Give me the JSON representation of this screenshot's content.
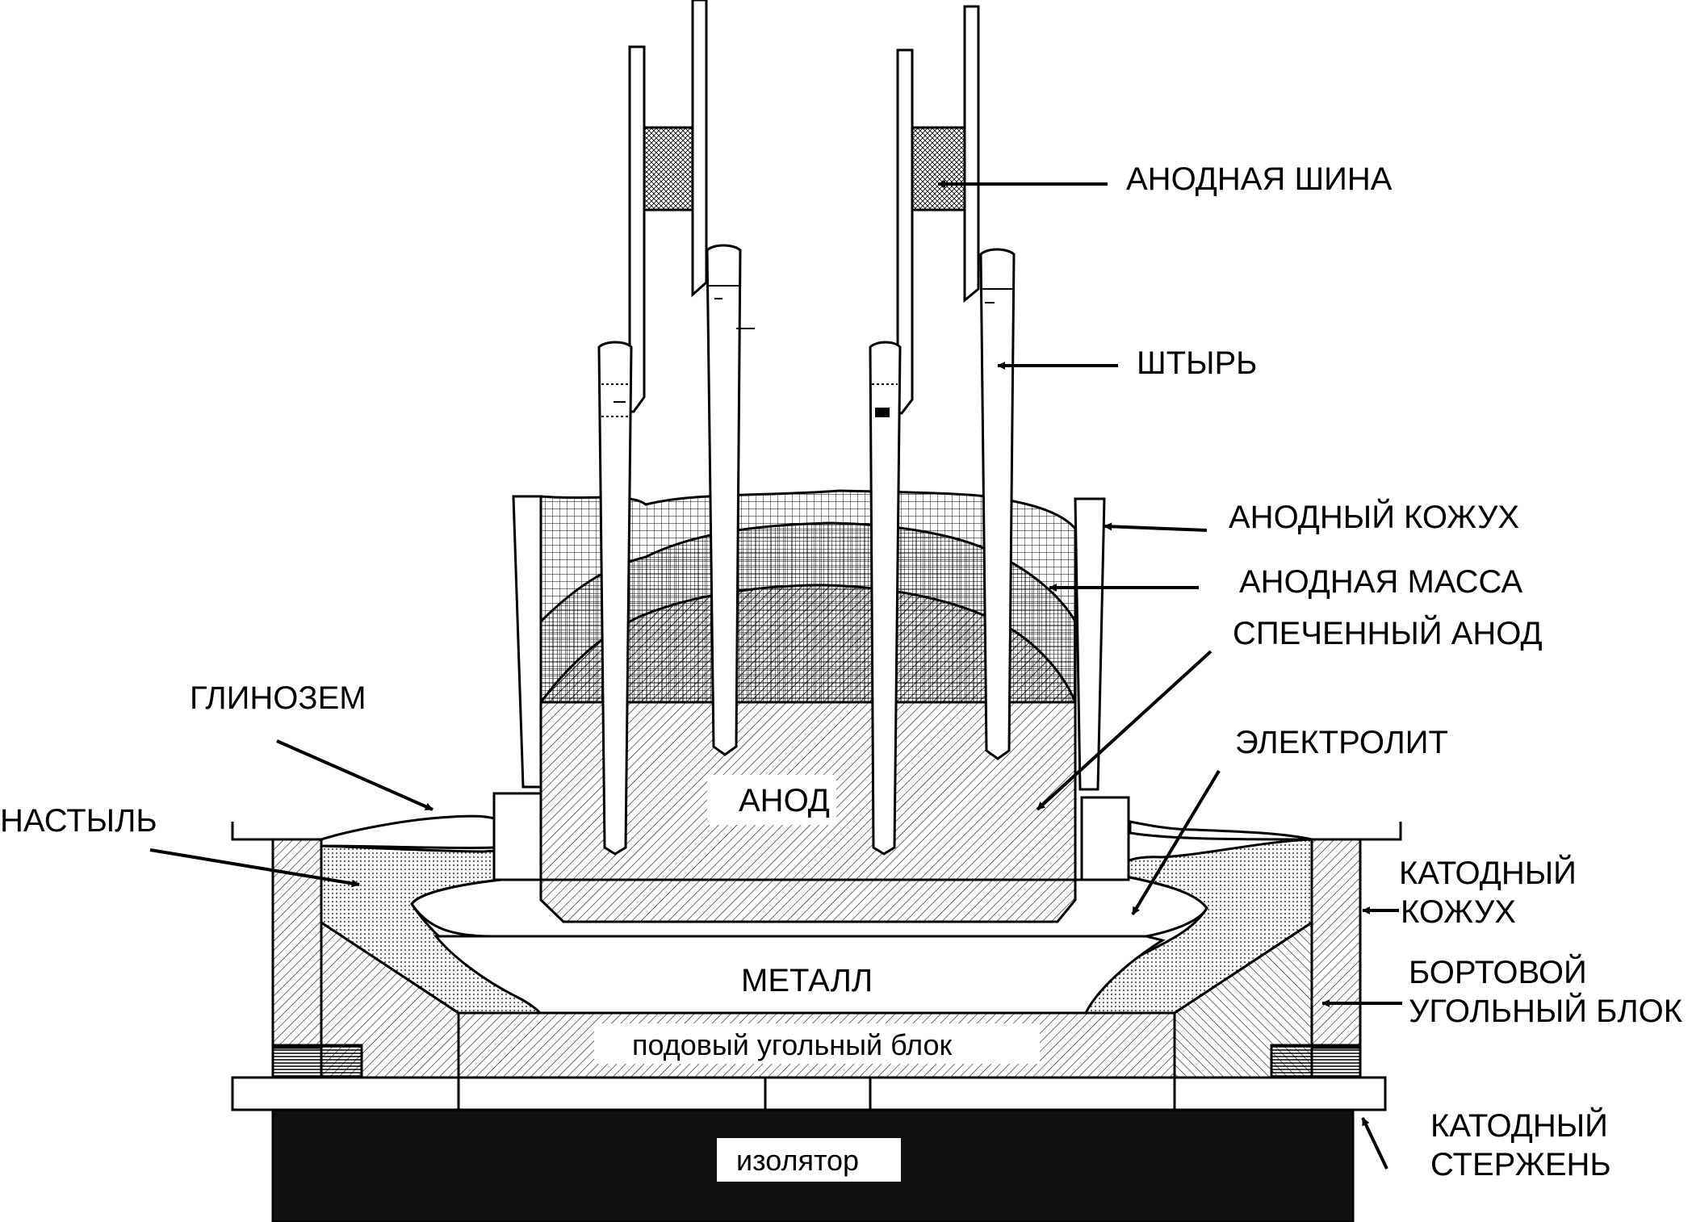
{
  "labels": {
    "anode_bus": "АНОДНАЯ ШИНА",
    "pin": "ШТЫРЬ",
    "anode_casing": "АНОДНЫЙ КОЖУХ",
    "anode_paste": "АНОДНАЯ МАССА",
    "baked_anode": "СПЕЧЕННЫЙ АНОД",
    "electrolyte": "ЭЛЕКТРОЛИТ",
    "alumina": "ГЛИНОЗЕМ",
    "crust": "НАСТЫЛЬ",
    "anode": "АНОД",
    "metal": "МЕТАЛЛ",
    "bottom_block": "подовый угольный блок",
    "insulator": "изолятор",
    "cathode_casing_1": "КАТОДНЫЙ",
    "cathode_casing_2": "КОЖУХ",
    "side_block_1": "БОРТОВОЙ",
    "side_block_2": "УГОЛЬНЫЙ БЛОК",
    "cathode_bar_1": "КАТОДНЫЙ",
    "cathode_bar_2": "СТЕРЖЕНЬ"
  },
  "colors": {
    "line": "#000000",
    "insulator_fill": "#111111",
    "background": "#ffffff"
  }
}
